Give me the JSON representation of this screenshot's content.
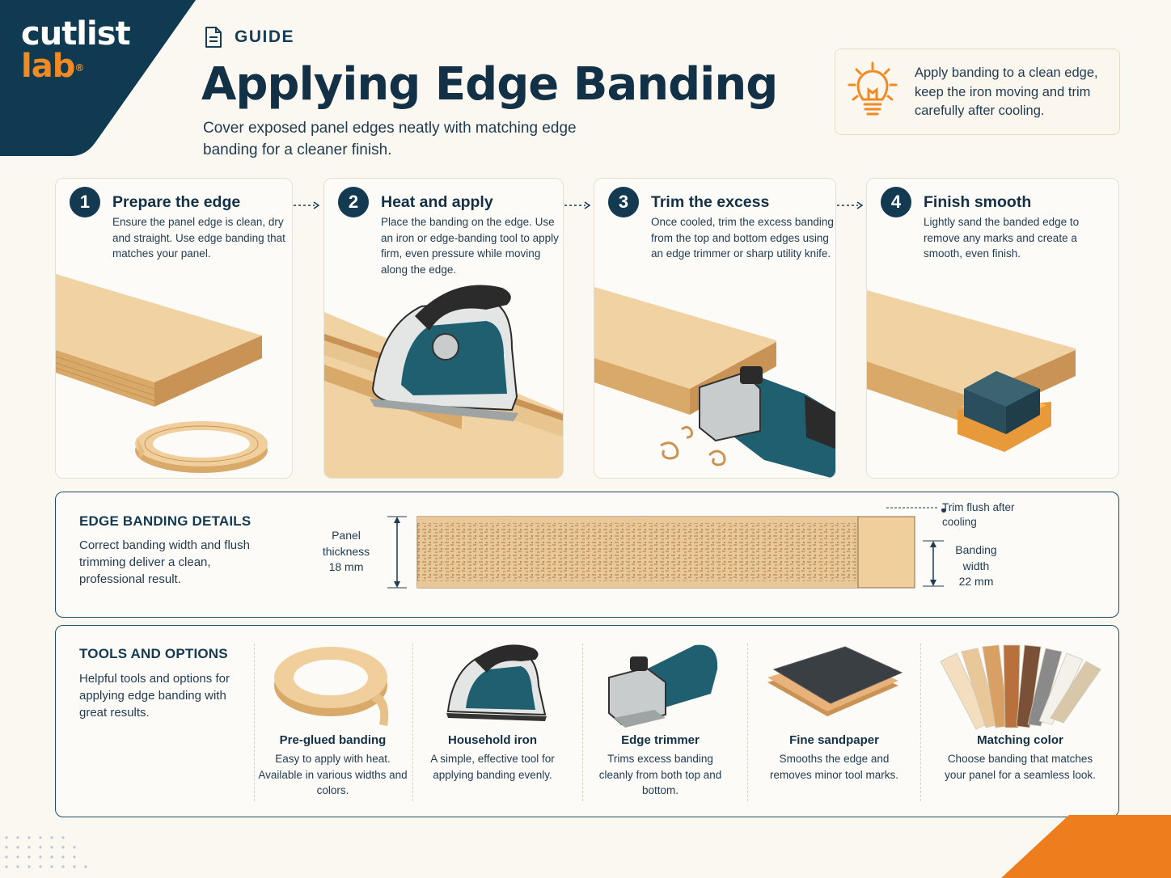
{
  "brand": {
    "line1": "cutlist",
    "line2": "lab",
    "mark": "®"
  },
  "header": {
    "guide_label": "GUIDE",
    "title": "Applying Edge Banding",
    "subtitle": "Cover exposed panel edges neatly with matching edge banding for a cleaner finish."
  },
  "tip": {
    "icon": "lightbulb-icon",
    "text": "Apply banding to a clean edge, keep the iron moving and trim carefully after cooling."
  },
  "steps": [
    {
      "number": "1",
      "title": "Prepare the edge",
      "description": "Ensure the panel edge is clean, dry and straight. Use edge banding that matches your panel."
    },
    {
      "number": "2",
      "title": "Heat and apply",
      "description": "Place the banding on the edge. Use an iron or edge-banding tool to apply firm, even pressure while moving along the edge."
    },
    {
      "number": "3",
      "title": "Trim the excess",
      "description": "Once cooled, trim the excess banding from the top and bottom edges using an edge trimmer or sharp utility knife."
    },
    {
      "number": "4",
      "title": "Finish smooth",
      "description": "Lightly sand the banded edge to remove any marks and create a smooth, even finish."
    }
  ],
  "details": {
    "heading": "EDGE BANDING DETAILS",
    "description": "Correct banding width and flush trimming deliver a clean, professional result.",
    "panel_thickness_label": "Panel thickness",
    "panel_thickness_value": "18 mm",
    "trim_note": "Trim flush after cooling",
    "banding_width_label": "Banding width",
    "banding_width_value": "22 mm"
  },
  "tools": {
    "heading": "TOOLS AND OPTIONS",
    "description": "Helpful tools and options for applying edge banding with great results.",
    "items": [
      {
        "title": "Pre-glued banding",
        "description": "Easy to apply with heat. Available in various widths and colors."
      },
      {
        "title": "Household iron",
        "description": "A simple, effective tool for applying banding evenly."
      },
      {
        "title": "Edge trimmer",
        "description": "Trims excess banding cleanly from both top and bottom."
      },
      {
        "title": "Fine sandpaper",
        "description": "Smooths the edge and removes minor tool marks."
      },
      {
        "title": "Matching color",
        "description": "Choose banding that matches your panel for a seamless look."
      }
    ]
  },
  "colors": {
    "navy": "#143a52",
    "orange": "#f08a22",
    "teal": "#1f5f70",
    "wood": "#e8c898"
  }
}
